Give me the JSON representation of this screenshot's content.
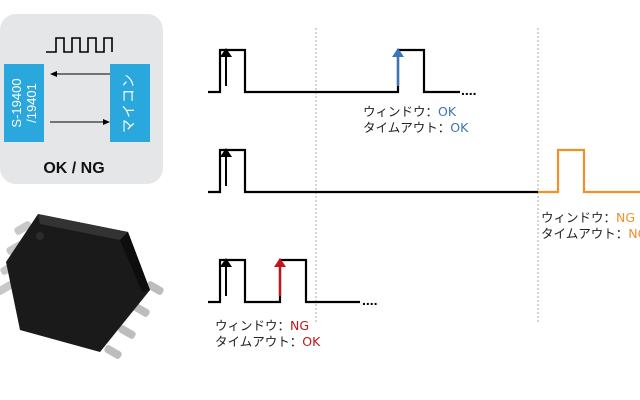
{
  "diagram": {
    "card": {
      "caption": "OK / NG",
      "sensor_label_line1": "S-19400",
      "sensor_label_line2": "/19401",
      "mcu_label": "マイコン"
    },
    "waveforms": [
      {
        "id": "ok",
        "status_color": "#3b74b8",
        "annotation": {
          "window_label": "ウィンドウ：",
          "window_value": "OK",
          "timeout_label": "タイムアウト：",
          "timeout_value": "OK"
        }
      },
      {
        "id": "timeout",
        "status_color": "#f0902a",
        "annotation": {
          "window_label": "ウィンドウ：",
          "window_value": "NG",
          "timeout_label": "タイムアウト：",
          "timeout_value": "NG"
        }
      },
      {
        "id": "window-ng",
        "status_color": "#c0161c",
        "annotation": {
          "window_label": "ウィンドウ：",
          "window_value": "NG",
          "timeout_label": "タイムアウト：",
          "timeout_value": "OK"
        }
      }
    ],
    "colors": {
      "signal": "#000000",
      "guide": "#aaaaaa",
      "sensor_box": "#2aa7dd",
      "card_bg": "#e5e6e7",
      "chip": "#1a1a1a",
      "pins": "#c8c8c8"
    }
  }
}
